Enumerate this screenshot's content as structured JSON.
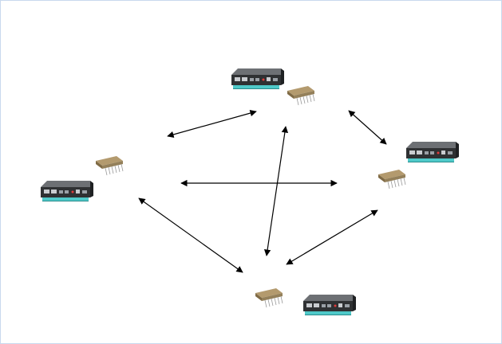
{
  "diagram": {
    "nodes": [
      {
        "id": "top",
        "device": "embedded-box-computer",
        "module": "wireless-module"
      },
      {
        "id": "left",
        "device": "embedded-box-computer",
        "module": "wireless-module"
      },
      {
        "id": "right",
        "device": "embedded-box-computer",
        "module": "wireless-module"
      },
      {
        "id": "bottom",
        "device": "embedded-box-computer",
        "module": "wireless-module"
      }
    ],
    "links": [
      {
        "from": "left",
        "to": "top",
        "direction": "bidirectional"
      },
      {
        "from": "top",
        "to": "right",
        "direction": "bidirectional"
      },
      {
        "from": "left",
        "to": "right",
        "direction": "bidirectional"
      },
      {
        "from": "top",
        "to": "bottom",
        "direction": "bidirectional"
      },
      {
        "from": "left",
        "to": "bottom",
        "direction": "bidirectional"
      },
      {
        "from": "right",
        "to": "bottom",
        "direction": "bidirectional"
      }
    ],
    "colors": {
      "arrow": "#000000",
      "device_body": "#2f3133",
      "device_accent": "#4fc9c9",
      "module": "#a08a63",
      "frame_border": "#c9d9ee"
    }
  }
}
